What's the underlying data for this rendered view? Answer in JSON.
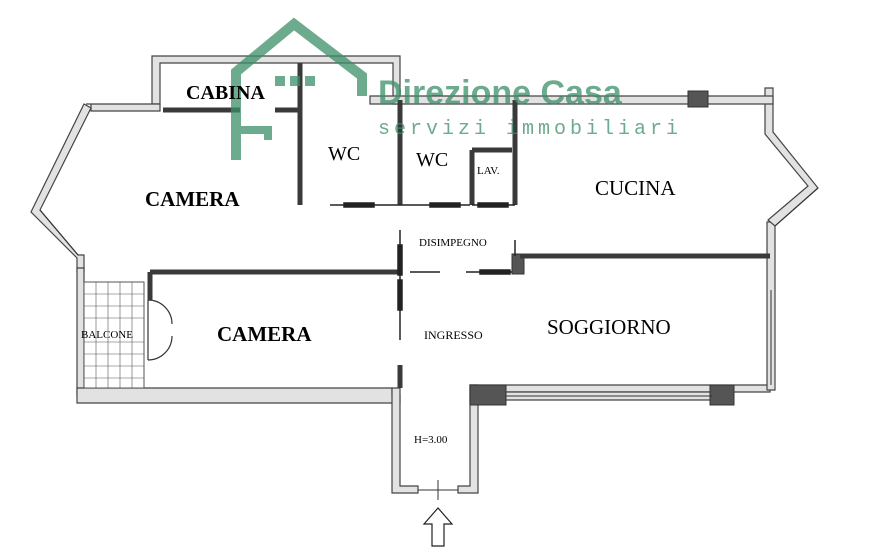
{
  "watermark": {
    "brand": "Direzione Casa",
    "tagline": "servizi immobiliari",
    "color": "#3c8f68"
  },
  "rooms": {
    "cabina": "CABINA",
    "wc_1": "WC",
    "wc_2": "WC",
    "lav": "LAV.",
    "camera_1": "CAMERA",
    "cucina": "CUCINA",
    "disimpegno": "DISIMPEGNO",
    "balcone": "BALCONE",
    "camera_2": "CAMERA",
    "ingresso": "INGRESSO",
    "soggiorno": "SOGGIORNO"
  },
  "height_note": "H=3.00",
  "colors": {
    "wall_fill": "#e2e2e2",
    "wall_stroke": "#444444",
    "pillar": "#555555",
    "inner_wall": "#3a3a3a",
    "door": "#222222"
  },
  "icons": {
    "entrance": "arrow-up-icon"
  }
}
